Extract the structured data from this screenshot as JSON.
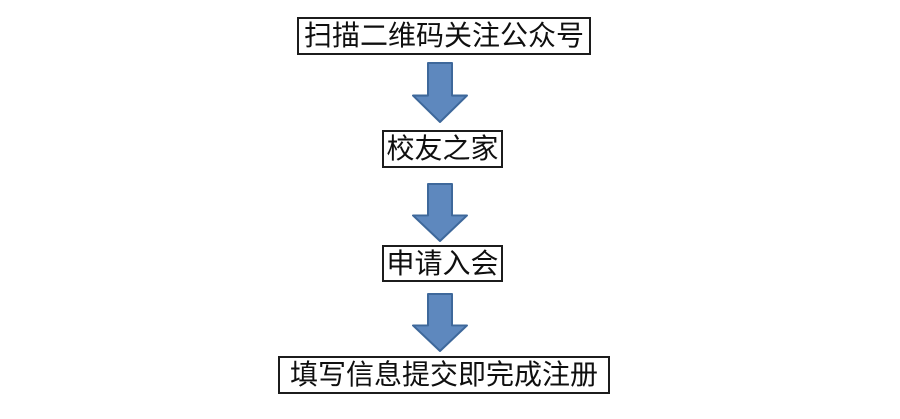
{
  "flowchart": {
    "steps": [
      {
        "label": "扫描二维码关注公众号"
      },
      {
        "label": "校友之家"
      },
      {
        "label": "申请入会"
      },
      {
        "label": "填写信息提交即完成注册"
      }
    ]
  },
  "colors": {
    "arrow_fill": "#5E88BE",
    "arrow_stroke": "#3E689B",
    "box_border": "#1c1c1c",
    "text": "#0f0f0f",
    "background": "#ffffff"
  }
}
